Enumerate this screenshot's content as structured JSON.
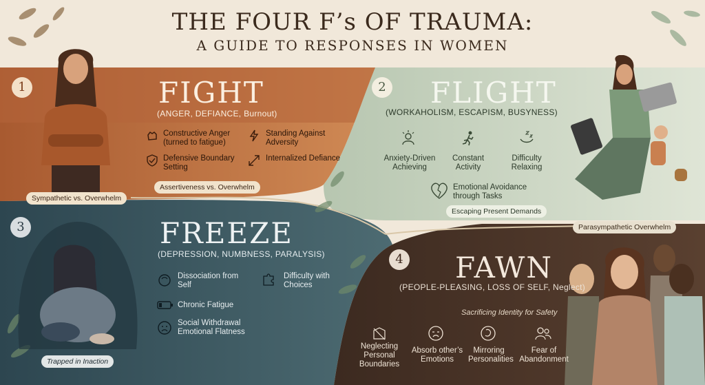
{
  "header": {
    "title": "THE FOUR F’s OF TRAUMA:",
    "subtitle": "A GUIDE TO RESPONSES IN WOMEN"
  },
  "fight": {
    "number": "1",
    "title": "FIGHT",
    "subtitle": "(ANGER, DEFIANCE, Burnout)",
    "items": [
      "Constructive Anger (turned to fatigue)",
      "Standing Against Adversity",
      "Defensive Boundary Setting",
      "Internalized Defiance"
    ],
    "pill": "Assertiveness vs. Overwhelm",
    "edge_pill": "Sympathetic vs. Overwhelm",
    "color": "#c6703e"
  },
  "flight": {
    "number": "2",
    "title": "FLIGHT",
    "subtitle": "(WORKAHOLISM, ESCAPISM, BUSYNESS)",
    "items": [
      "Anxiety-Driven Achieving",
      "Constant Activity",
      "Difficulty Relaxing",
      "Emotional Avoidance through Tasks"
    ],
    "pill": "Escaping Present Demands",
    "edge_pill": "Parasympathetic Overwhelm",
    "color": "#a9bba3"
  },
  "freeze": {
    "number": "3",
    "title": "FREEZE",
    "subtitle": "(DEPRESSION, NUMBNESS, PARALYSIS)",
    "items": [
      "Dissociation from Self",
      "Difficulty with Choices",
      "Chronic Fatigue",
      "Social Withdrawal Emotional Flatness"
    ],
    "pill": "Trapped in Inaction",
    "color": "#3c5a63"
  },
  "fawn": {
    "number": "4",
    "title": "FAWN",
    "subtitle": "(PEOPLE-PLEASING, LOSS OF SELF, Neglect)",
    "tagline": "Sacrificing Identity for Safety",
    "items": [
      "Neglecting Personal Boundaries",
      "Absorb other’s Emotions",
      "Mirroring Personalities",
      "Fear of Abandonment"
    ],
    "color": "#4a3428"
  }
}
